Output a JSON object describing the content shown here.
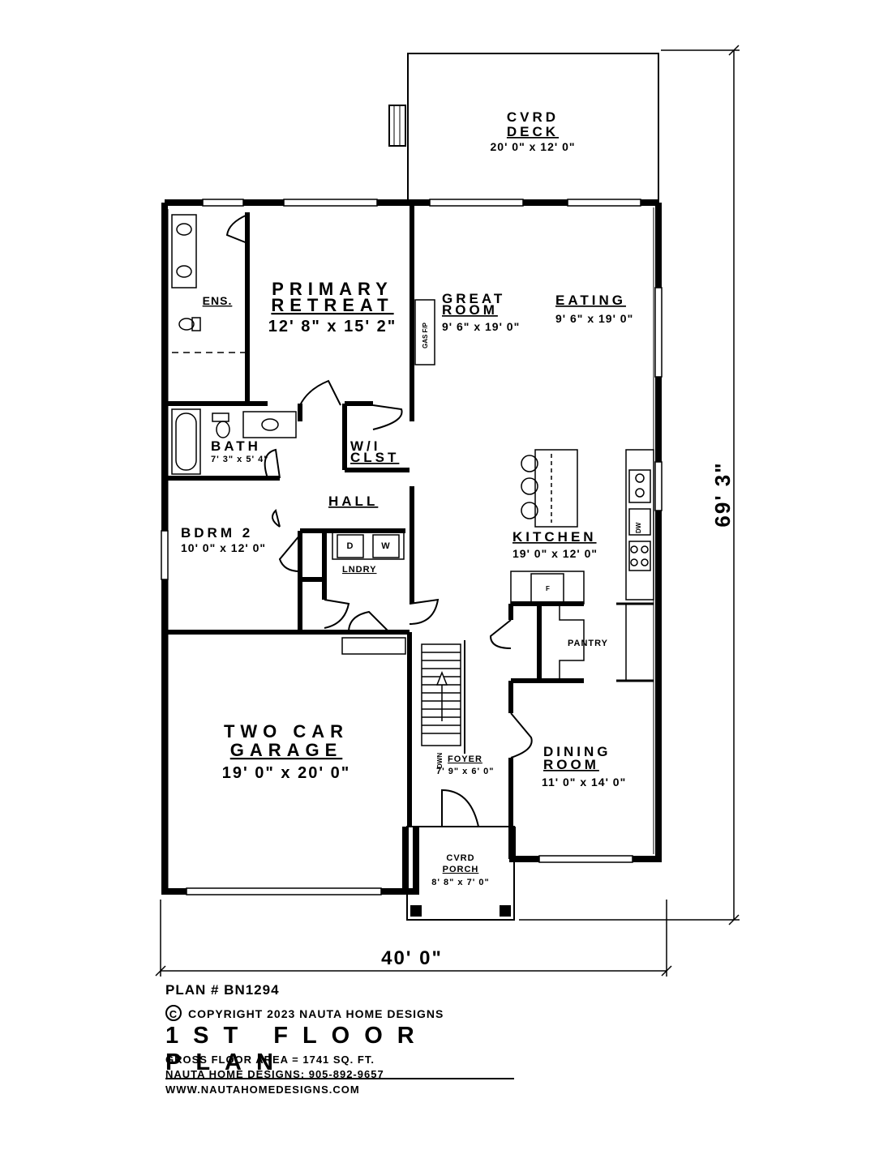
{
  "rooms": {
    "deck": {
      "name1": "CVRD",
      "name2": "DECK",
      "dim": "20' 0\" x 12' 0\""
    },
    "primary": {
      "name1": "PRIMARY",
      "name2": "RETREAT",
      "dim": "12' 8\" x 15' 2\""
    },
    "ensuite": {
      "name": "ENS."
    },
    "great": {
      "name1": "GREAT",
      "name2": "ROOM",
      "dim": "9' 6\" x 19' 0\""
    },
    "eating": {
      "name": "EATING",
      "dim": "9' 6\" x 19' 0\""
    },
    "fireplace": {
      "name": "GAS F/P"
    },
    "bath": {
      "name": "BATH",
      "dim": "7' 3\" x 5' 4\""
    },
    "wic": {
      "name1": "W/I",
      "name2": "CLST"
    },
    "hall": {
      "name": "HALL"
    },
    "bdrm2": {
      "name": "BDRM 2",
      "dim": "10' 0\" x 12' 0\""
    },
    "laundry": {
      "name": "LNDRY",
      "dryer": "D",
      "washer": "W"
    },
    "kitchen": {
      "name": "KITCHEN",
      "dim": "19' 0\" x 12' 0\"",
      "dw": "DW",
      "fridge": "F"
    },
    "pantry": {
      "name": "PANTRY"
    },
    "garage": {
      "name1": "TWO CAR",
      "name2": "GARAGE",
      "dim": "19' 0\" x 20' 0\""
    },
    "foyer": {
      "name": "FOYER",
      "dim": "7' 9\" x 6' 0\"",
      "dwn": "DWN"
    },
    "dining": {
      "name1": "DINING",
      "name2": "ROOM",
      "dim": "11' 0\" x 14' 0\""
    },
    "porch": {
      "name1": "CVRD",
      "name2": "PORCH",
      "dim": "8' 8\" x 7' 0\""
    }
  },
  "dimensions": {
    "overall_width": "40' 0\"",
    "overall_depth": "69' 3\""
  },
  "info": {
    "plan_number": "PLAN # BN1294",
    "copyright_symbol": "C",
    "copyright": "COPYRIGHT 2023 NAUTA HOME DESIGNS",
    "title": "1ST FLOOR PLAN",
    "gross_area": "GROSS  FLOOR AREA  =  1741  SQ. FT.",
    "phone": "NAUTA HOME DESIGNS:  905-892-9657",
    "website": "WWW.NAUTAHOMEDESIGNS.COM"
  }
}
